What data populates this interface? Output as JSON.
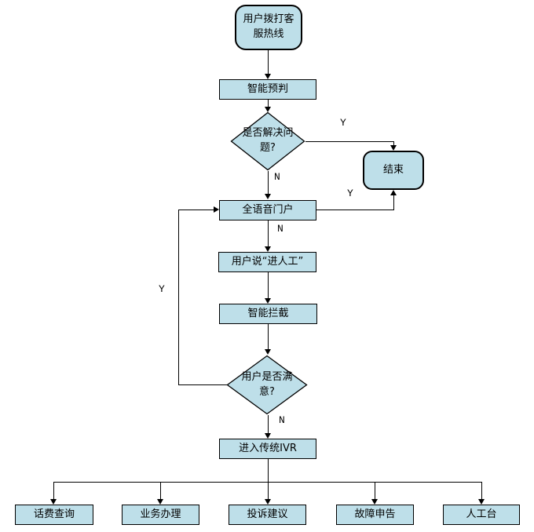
{
  "flowchart": {
    "nodes": {
      "start": "用户拨打客服热线",
      "smart_predict": "智能预判",
      "decision_solved": "是否解决问题?",
      "end": "结束",
      "voice_portal": "全语音门户",
      "user_say_manual": "用户说“进人工”",
      "smart_intercept": "智能拦截",
      "decision_satisfied": "用户是否满意?",
      "enter_ivr": "进入传统IVR",
      "bill_inquiry": "话费查询",
      "business_handling": "业务办理",
      "complaint_suggestion": "投诉建议",
      "fault_report": "故障申告",
      "manual_desk": "人工台"
    },
    "edge_labels": {
      "solved_yes": "Y",
      "solved_no": "N",
      "portal_yes": "Y",
      "portal_no": "N",
      "satisfied_yes": "Y",
      "satisfied_no": "N"
    },
    "colors": {
      "node_fill": "#bedfe9",
      "node_border": "#000000",
      "connector": "#000000",
      "background": "#ffffff"
    }
  }
}
